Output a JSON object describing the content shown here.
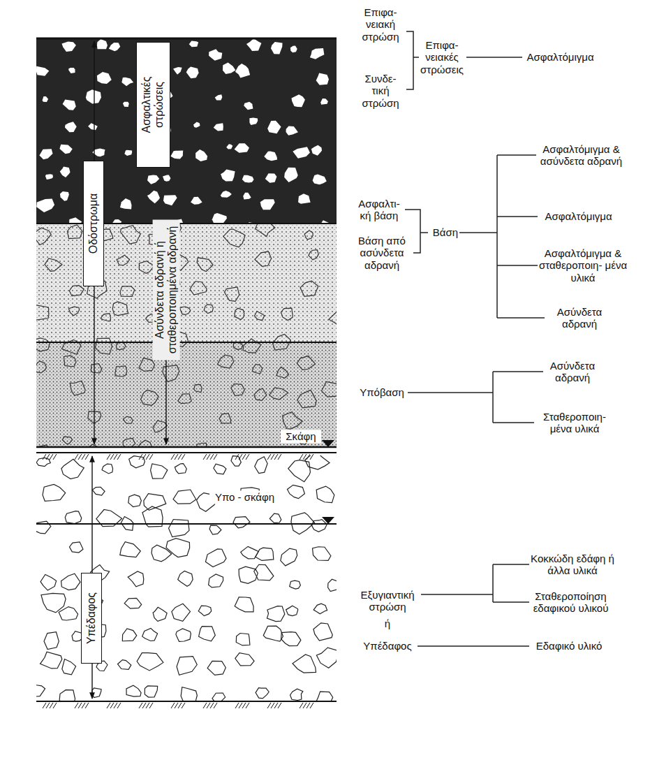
{
  "diagram": {
    "nodes": [
      {
        "text": [
          "Ασφαλτικές στρώσεις"
        ]
      },
      {
        "text": [
          "Οδόστρωμα"
        ]
      },
      {
        "text": [
          "Υπέδαφος"
        ]
      }
    ],
    "labels": [
      "Επιφα- νειακή στρώση",
      "Συνδε- τική στρώση",
      "Επιφα- νειακές στρώσεις",
      "Ασφαλτόμιγμα",
      "Ασφαλτι- κή βάση",
      "Βάση από ασύνδετα αδρανή",
      "Βάση",
      "Ασφαλτόμιγμα & ασύνδετα αδρανή",
      "Ασφαλτόμιγμα",
      "Ασφαλτόμιγμα & σταθεροποιη- μένα υλικά",
      "Ασύνδετα αδρανή",
      "Υπόβαση",
      "Ασύνδετα αδρανή",
      "Σταθεροποιη- μένα υλικά",
      "Εξυγιαντική στρώση",
      "ή",
      "Υπέδαφος",
      "Κοκκώδη εδάφη ή άλλα υλικά",
      "Σταθεροποίηση εδαφικού υλικού",
      "Εδαφικό υλικό",
      "Σκάφη",
      "Υπο - σκάφη",
      "Ασύνδετα αδρανή ή σταθεροποιημένα αδρανή"
    ]
  }
}
